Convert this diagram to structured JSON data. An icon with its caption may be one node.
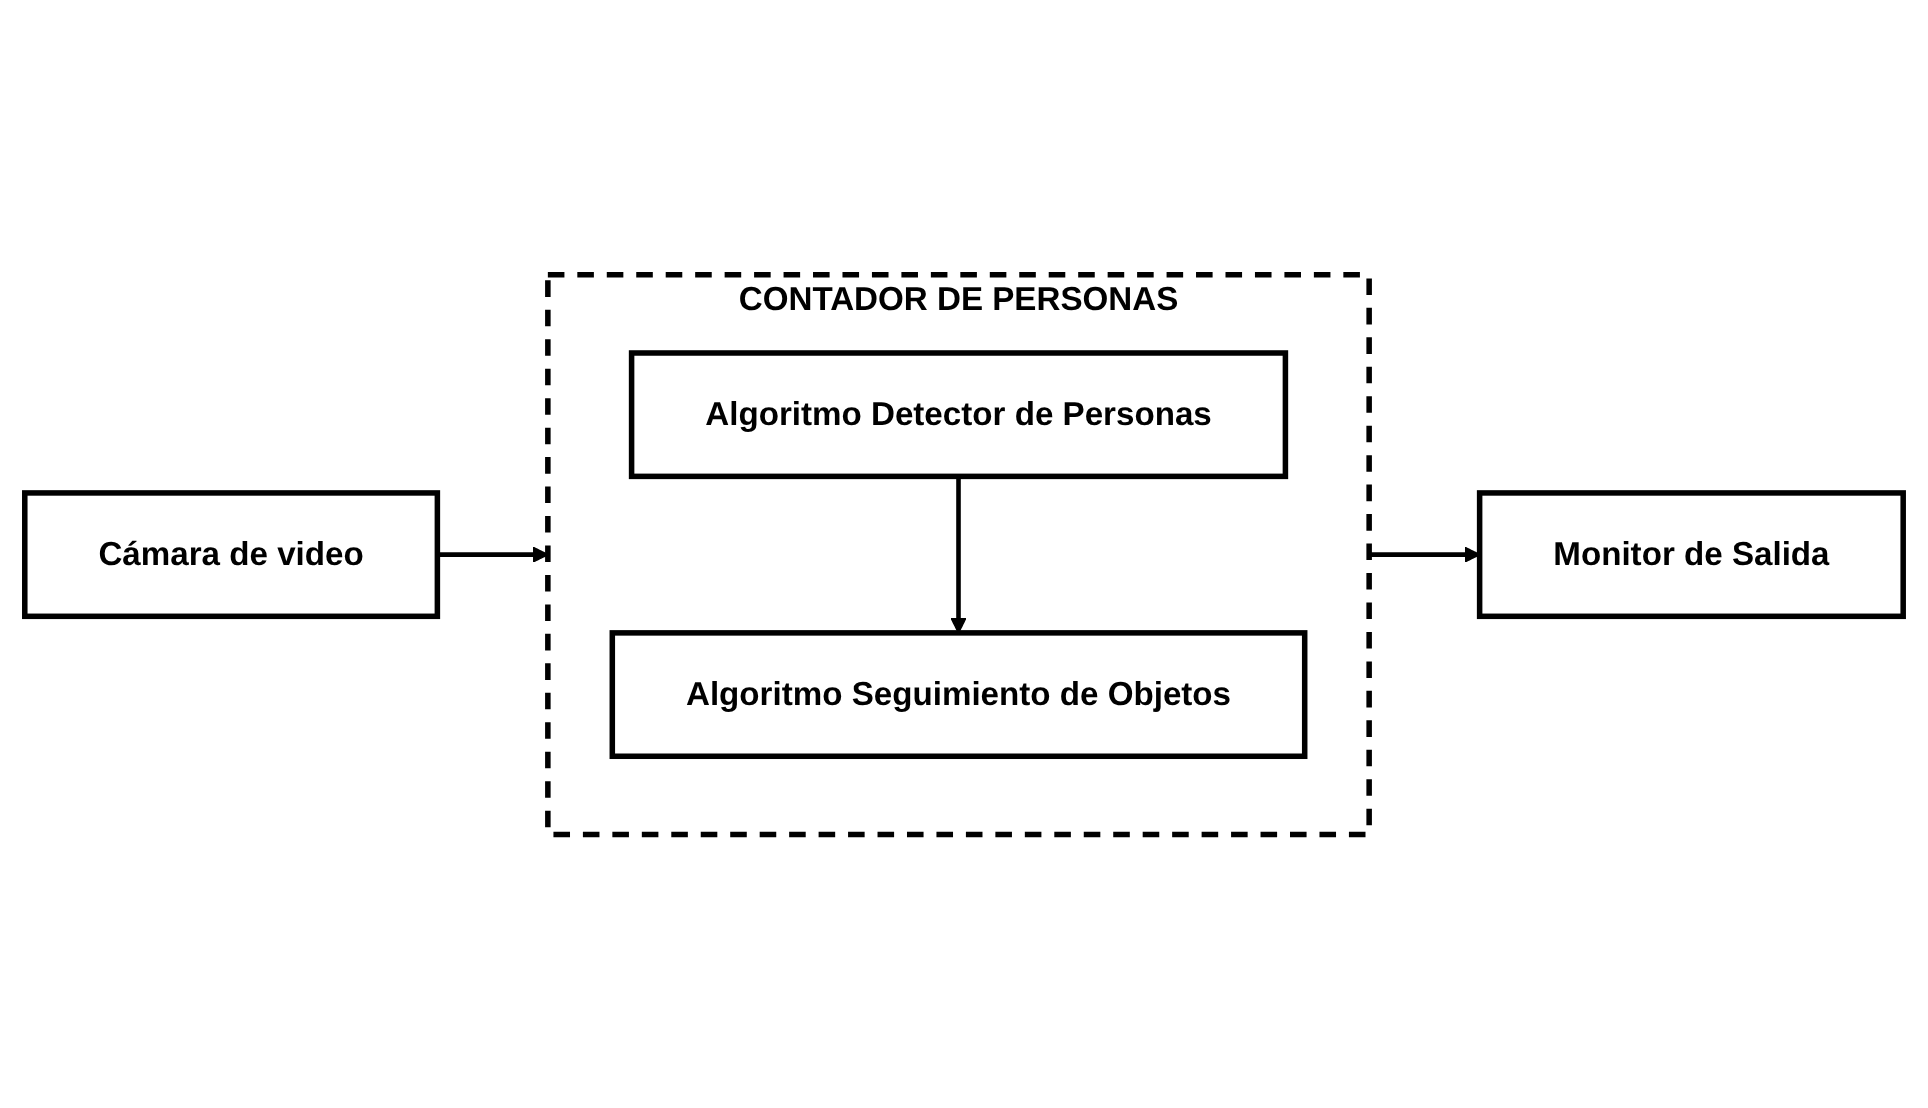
{
  "diagram": {
    "nodes": [
      {
        "text": [
          "Cámara de video"
        ]
      },
      {
        "text": [
          "CONTADOR DE PERSONAS"
        ]
      },
      {
        "text": [
          "Algoritmo Detector de Personas"
        ],
        "in": 1
      },
      {
        "text": [
          "Algoritmo Seguimiento de Objetos"
        ],
        "in": 1
      },
      {
        "text": [
          "Monitor de Salida"
        ]
      }
    ],
    "edges": [
      {
        "from": 0,
        "to": 1,
        "arrow": "to"
      },
      {
        "from": 2,
        "to": 3,
        "arrow": "to"
      },
      {
        "from": 1,
        "to": 4,
        "arrow": "to"
      }
    ]
  }
}
